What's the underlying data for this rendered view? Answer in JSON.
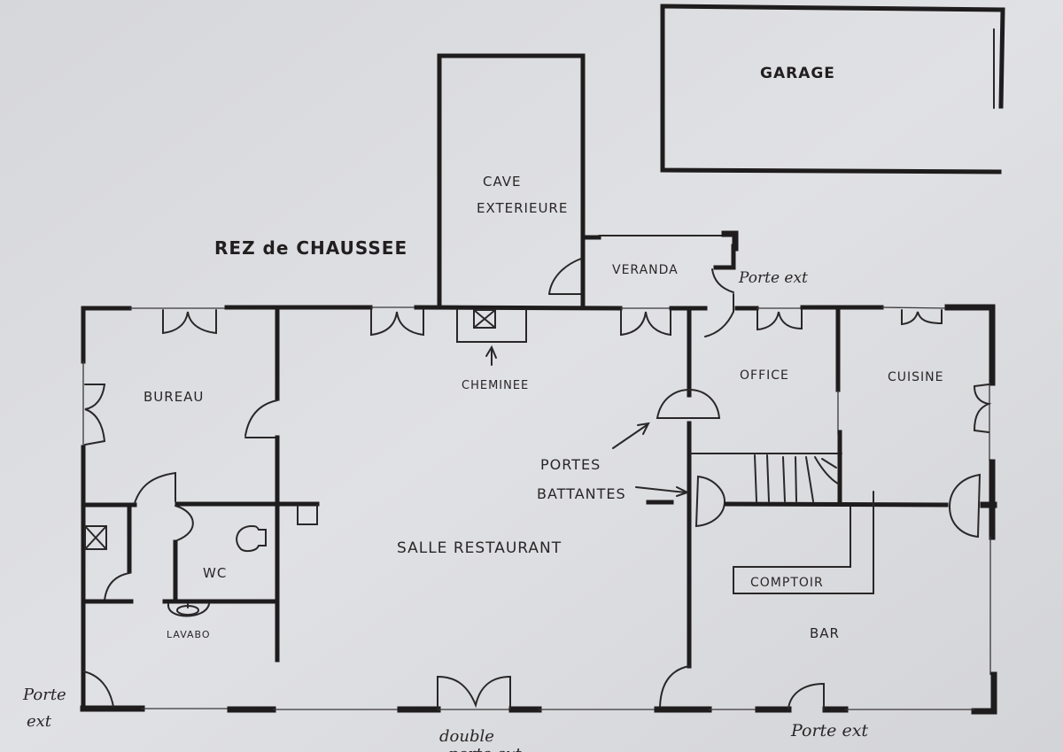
{
  "title": "REZ de CHAUSSEE",
  "rooms": {
    "garage": "GARAGE",
    "cave_line1": "CAVE",
    "cave_line2": "EXTERIEURE",
    "veranda": "VERANDA",
    "bureau": "BUREAU",
    "office": "OFFICE",
    "cuisine": "CUISINE",
    "wc": "WC",
    "lavabo": "LAVABO",
    "salle": "SALLE RESTAURANT",
    "comptoir": "COMPTOIR",
    "bar": "BAR"
  },
  "annotations": {
    "cheminee": "CHEMINEE",
    "portes_line1": "PORTES",
    "portes_line2": "BATTANTES",
    "porte_ext_veranda": "Porte ext",
    "porte_ext_left_line1": "Porte",
    "porte_ext_left_line2": "ext",
    "porte_ext_bar": "Porte ext",
    "double_line1": "double",
    "double_line2": "porte ext"
  },
  "colors": {
    "ink": "#1f1c1d",
    "paper": "#dcdde0"
  }
}
